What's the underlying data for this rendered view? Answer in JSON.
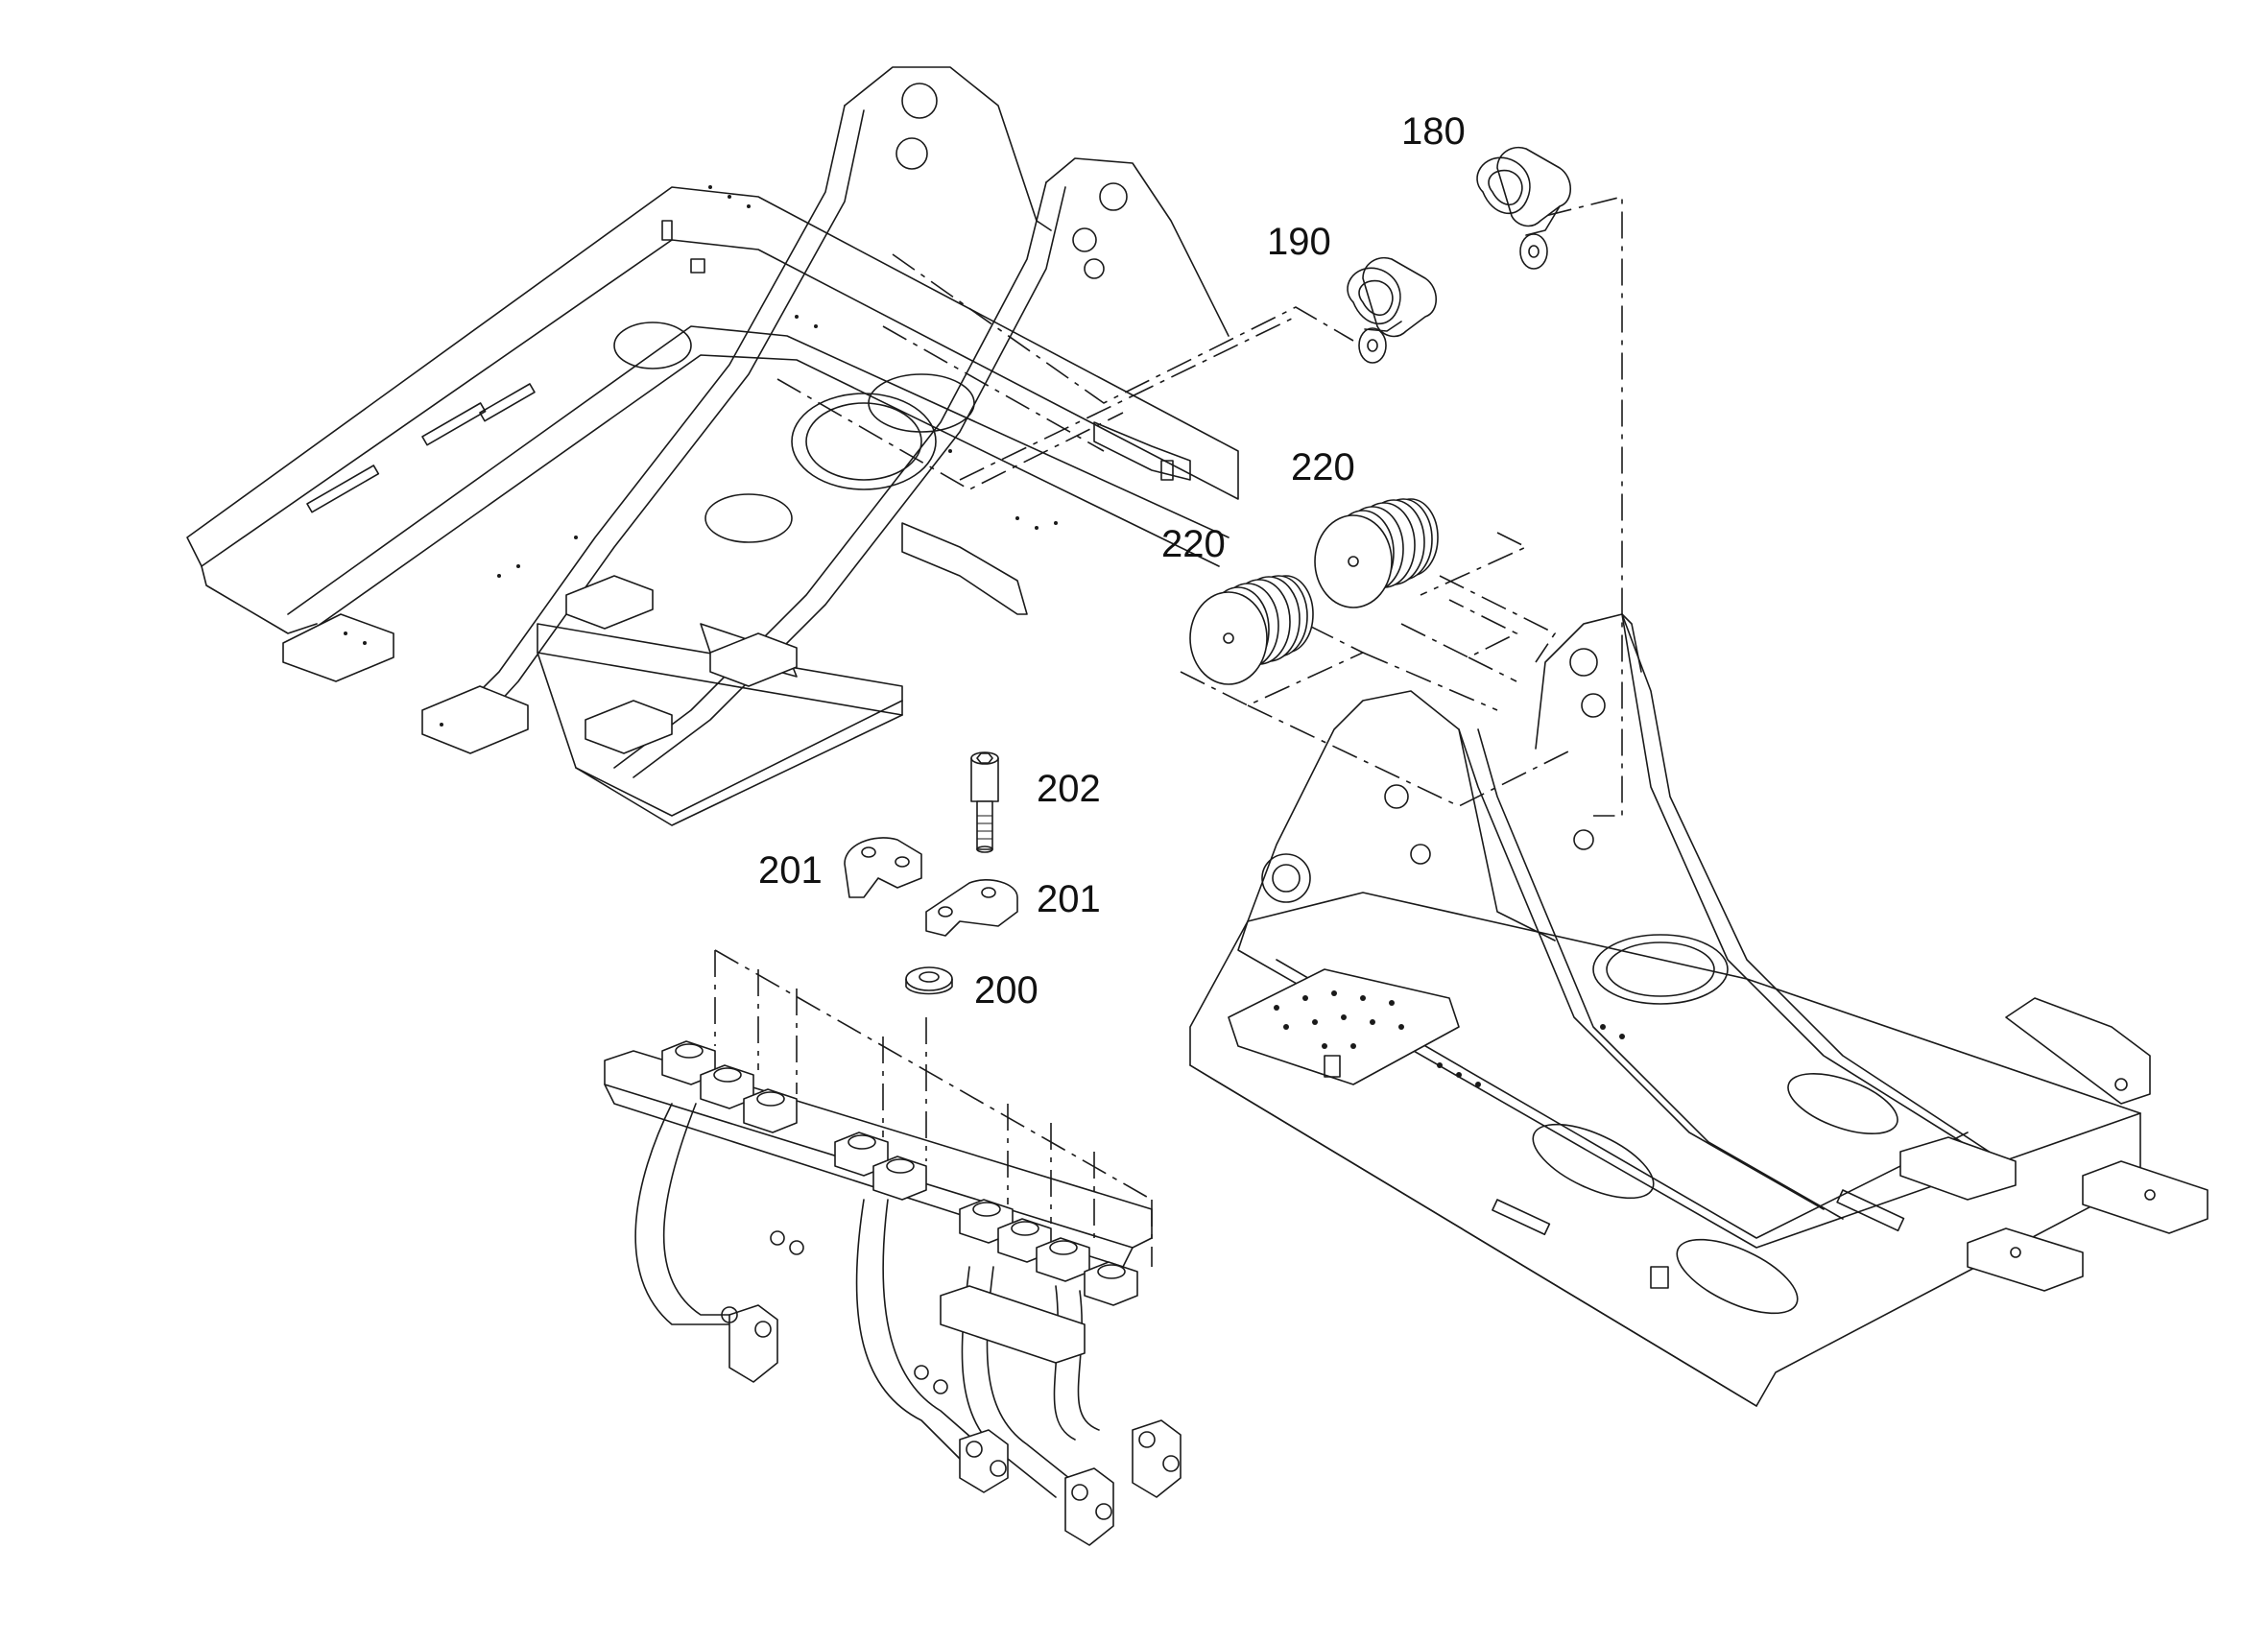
{
  "labels": {
    "p180": "180",
    "p190": "190",
    "p220a": "220",
    "p220b": "220",
    "p202": "202",
    "p201a": "201",
    "p201b": "201",
    "p200": "200"
  }
}
